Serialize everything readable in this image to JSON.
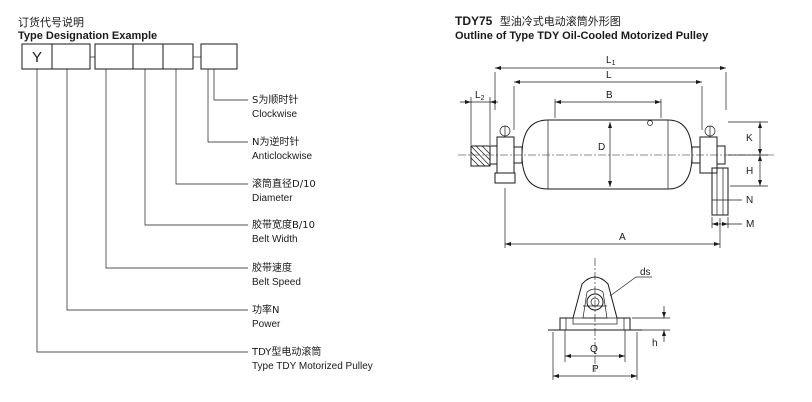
{
  "left": {
    "heading_cn": "订货代号说明",
    "heading_en": "Type Designation Example",
    "box_letter": "Y",
    "entries": [
      {
        "cn": "S为顺时针",
        "en": "Clockwise"
      },
      {
        "cn": "N为逆时针",
        "en": "Anticlockwise"
      },
      {
        "cn": "滚筒直径D/10",
        "en": "Diameter"
      },
      {
        "cn": "胶带宽度B/10",
        "en": "Belt Width"
      },
      {
        "cn": "胶带速度",
        "en": "Belt Speed"
      },
      {
        "cn": "功率N",
        "en": "Power"
      },
      {
        "cn": "TDY型电动滚筒",
        "en": "Type TDY Motorized Pulley"
      }
    ]
  },
  "right": {
    "title_model": "TDY75",
    "title_cn": "型油冷式电动滚筒外形图",
    "title_en": "Outline of Type TDY Oil-Cooled Motorized Pulley",
    "dims": {
      "L1": "L",
      "L1_sub": "1",
      "L": "L",
      "L2": "L",
      "L2_sub": "2",
      "B": "B",
      "D": "D",
      "K": "K",
      "H": "H",
      "N": "N",
      "M": "M",
      "A": "A",
      "ds": "ds",
      "Q": "Q",
      "h": "h",
      "P": "P"
    }
  }
}
